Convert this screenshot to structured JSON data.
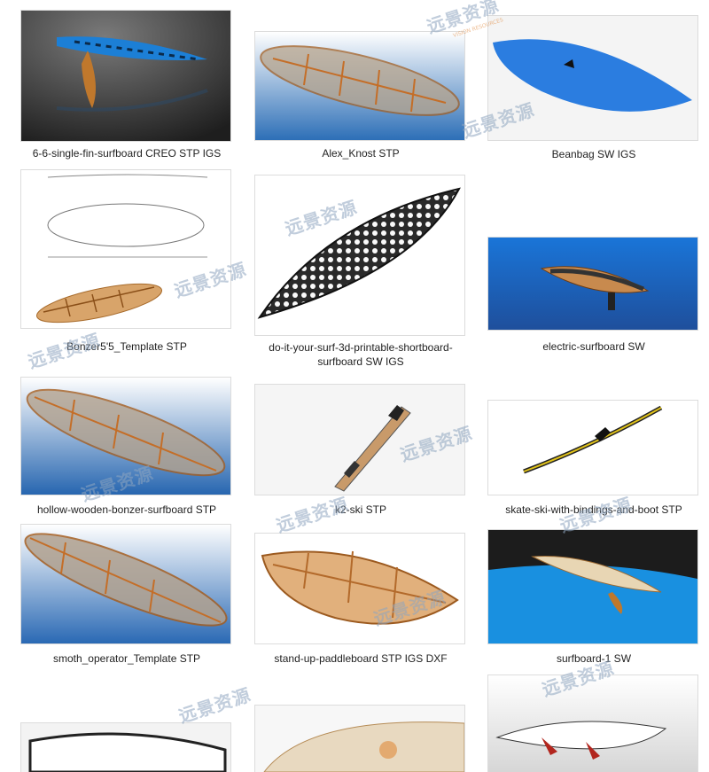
{
  "files": [
    {
      "label": "6-6-single-fin-surfboard CREO STP IGS",
      "icon": "dark-surfboard-render"
    },
    {
      "label": "Alex_Knost STP",
      "icon": "glass-frame-surfboard"
    },
    {
      "label": "Beanbag SW IGS",
      "icon": "blue-surfboard"
    },
    {
      "label": "Bonzer5'5_Template STP",
      "icon": "drawing-template"
    },
    {
      "label": "do-it-your-surf-3d-printable-shortboard-surfboard SW IGS",
      "icon": "lattice-shortboard"
    },
    {
      "label": "electric-surfboard SW",
      "icon": "electric-surfboard"
    },
    {
      "label": "hollow-wooden-bonzer-surfboard STP",
      "icon": "hollow-wooden-board"
    },
    {
      "label": "k2-ski STP",
      "icon": "ski"
    },
    {
      "label": "skate-ski-with-bindings-and-boot STP",
      "icon": "skate-ski"
    },
    {
      "label": "smoth_operator_Template STP",
      "icon": "template-board"
    },
    {
      "label": "stand-up-paddleboard STP IGS DXF",
      "icon": "paddleboard"
    },
    {
      "label": "surfboard-1 SW",
      "icon": "surfboard-render"
    },
    {
      "label": "",
      "icon": "partial-board"
    },
    {
      "label": "",
      "icon": "partial-board"
    },
    {
      "label": "",
      "icon": "partial-board"
    }
  ],
  "watermark": {
    "text": "远景资源",
    "sub": "VISION RESOURCES"
  }
}
